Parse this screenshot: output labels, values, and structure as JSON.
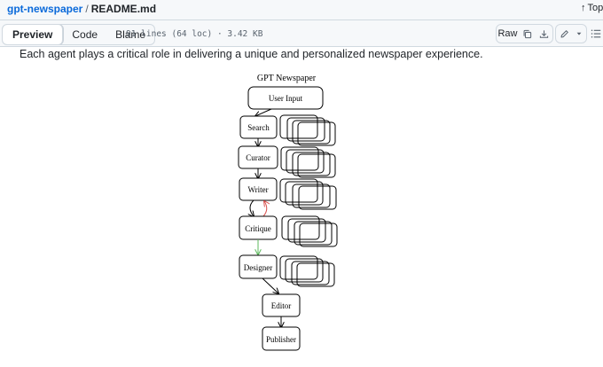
{
  "breadcrumb": {
    "repo": "gpt-newspaper",
    "separator": "/",
    "file": "README.md"
  },
  "top_link": {
    "arrow": "↑",
    "label": "Top"
  },
  "toolbar": {
    "tabs": [
      {
        "label": "Preview",
        "active": true
      },
      {
        "label": "Code",
        "active": false
      },
      {
        "label": "Blame",
        "active": false
      }
    ],
    "meta": "91 lines (64 loc) · 3.42 KB",
    "raw_label": "Raw"
  },
  "content": {
    "description": "Each agent plays a critical role in delivering a unique and personalized newspaper experience."
  },
  "diagram": {
    "title": "GPT Newspaper",
    "nodes": {
      "input": "User Input",
      "search": "Search",
      "curator": "Curator",
      "writer": "Writer",
      "critique": "Critique",
      "designer": "Designer",
      "editor": "Editor",
      "publisher": "Publisher"
    },
    "colors": {
      "feedback_arrow": "#d9534f",
      "approve_arrow": "#5cb85c"
    }
  }
}
